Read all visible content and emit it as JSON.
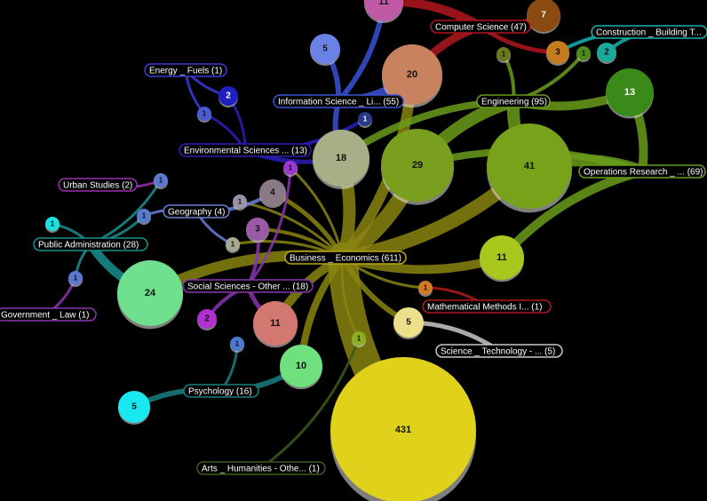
{
  "hub": {
    "label": "Business _ Economics (611)",
    "id": "business-economics"
  },
  "clusters": [
    {
      "id": "computer-science",
      "label": "Computer Science (47)",
      "color": "#b0161e"
    },
    {
      "id": "construction",
      "label": "Construction _ Building T...",
      "color": "#18b3b0"
    },
    {
      "id": "engineering",
      "label": "Engineering (95)",
      "color": "#6a9c1a"
    },
    {
      "id": "operations-research",
      "label": "Operations Research _ ... (69)",
      "color": "#6a9c1a"
    },
    {
      "id": "information-science",
      "label": "Information Science _ Li... (55)",
      "color": "#3a52d6"
    },
    {
      "id": "energy-fuels",
      "label": "Energy _ Fuels (1)",
      "color": "#3b3bd8"
    },
    {
      "id": "environmental-sciences",
      "label": "Environmental Sciences ... (13)",
      "color": "#2b1fb8"
    },
    {
      "id": "urban-studies",
      "label": "Urban Studies (2)",
      "color": "#9a2fb0"
    },
    {
      "id": "geography",
      "label": "Geography (4)",
      "color": "#6a7fd6"
    },
    {
      "id": "public-administration",
      "label": "Public Administration (28)",
      "color": "#1a8f8f"
    },
    {
      "id": "social-sciences",
      "label": "Social Sciences - Other ... (18)",
      "color": "#8a35b0"
    },
    {
      "id": "government-law",
      "label": "Government _ Law (1)",
      "color": "#8a35b0"
    },
    {
      "id": "mathematical-methods",
      "label": "Mathematical Methods I... (1)",
      "color": "#b01a1a"
    },
    {
      "id": "science-technology",
      "label": "Science _ Technology - ... (5)",
      "color": "#c8c8c8"
    },
    {
      "id": "psychology",
      "label": "Psychology (16)",
      "color": "#1a7f7f"
    },
    {
      "id": "arts-humanities",
      "label": "Arts _ Humanities - Othe... (1)",
      "color": "#3c5a1a"
    }
  ],
  "nodes": [
    {
      "id": "n-11-top",
      "value": "11",
      "color": "#c15aa6",
      "cluster": "computer-science"
    },
    {
      "id": "n-7",
      "value": "7",
      "color": "#8a4a12",
      "cluster": "computer-science"
    },
    {
      "id": "n-3",
      "value": "3",
      "color": "#c47d1e",
      "cluster": "computer-science"
    },
    {
      "id": "n-1-eng",
      "value": "1",
      "color": "#6a7a1a",
      "cluster": "engineering"
    },
    {
      "id": "n-1-eng2",
      "value": "1",
      "color": "#4a8a1a",
      "cluster": "engineering"
    },
    {
      "id": "n-2-constr",
      "value": "2",
      "color": "#1aa89a",
      "cluster": "construction"
    },
    {
      "id": "n-13",
      "value": "13",
      "color": "#3a8a1a",
      "cluster": "operations-research"
    },
    {
      "id": "n-5-info",
      "value": "5",
      "color": "#6a82e6",
      "cluster": "information-science"
    },
    {
      "id": "n-20",
      "value": "20",
      "color": "#c98260",
      "cluster": "information-science"
    },
    {
      "id": "n-2-energy",
      "value": "2",
      "color": "#2020c0",
      "cluster": "energy-fuels"
    },
    {
      "id": "n-1-energy",
      "value": "1",
      "color": "#4a5ad0",
      "cluster": "energy-fuels"
    },
    {
      "id": "n-1-env",
      "value": "1",
      "color": "#2a3a8a",
      "cluster": "environmental-sciences"
    },
    {
      "id": "n-18",
      "value": "18",
      "color": "#a8ae86",
      "cluster": "environmental-sciences"
    },
    {
      "id": "n-29",
      "value": "29",
      "color": "#7a9e1e",
      "cluster": "engineering"
    },
    {
      "id": "n-41",
      "value": "41",
      "color": "#78a21a",
      "cluster": "operations-research"
    },
    {
      "id": "n-1-purple",
      "value": "1",
      "color": "#9a3ad0",
      "cluster": "social-sciences"
    },
    {
      "id": "n-1-urban",
      "value": "1",
      "color": "#5a7ad0",
      "cluster": "urban-studies"
    },
    {
      "id": "n-4",
      "value": "4",
      "color": "#8a7a86",
      "cluster": "geography"
    },
    {
      "id": "n-1-geo-a",
      "value": "1",
      "color": "#9a92a6",
      "cluster": "geography"
    },
    {
      "id": "n-1-geo-b",
      "value": "1",
      "color": "#5a7ad0",
      "cluster": "geography"
    },
    {
      "id": "n-3-social",
      "value": "3",
      "color": "#9a5aa6",
      "cluster": "social-sciences"
    },
    {
      "id": "n-1-hub",
      "value": "1",
      "color": "#a8a890",
      "cluster": "geography"
    },
    {
      "id": "n-1-pubadm",
      "value": "1",
      "color": "#1ae0e0",
      "cluster": "public-administration"
    },
    {
      "id": "n-1-gov",
      "value": "1",
      "color": "#5a7ad0",
      "cluster": "government-law"
    },
    {
      "id": "n-11-right",
      "value": "11",
      "color": "#a8c81e",
      "cluster": "operations-research"
    },
    {
      "id": "n-24",
      "value": "24",
      "color": "#6ee08e",
      "cluster": "public-administration"
    },
    {
      "id": "n-1-math",
      "value": "1",
      "color": "#d07a2a",
      "cluster": "mathematical-methods"
    },
    {
      "id": "n-2-social",
      "value": "2",
      "color": "#b030d0",
      "cluster": "social-sciences"
    },
    {
      "id": "n-11-mid",
      "value": "11",
      "color": "#d27870",
      "cluster": "social-sciences"
    },
    {
      "id": "n-5-sci",
      "value": "5",
      "color": "#ece08a",
      "cluster": "science-technology"
    },
    {
      "id": "n-1-psy",
      "value": "1",
      "color": "#4a7ad0",
      "cluster": "psychology"
    },
    {
      "id": "n-1-arts",
      "value": "1",
      "color": "#8ab01e",
      "cluster": "arts-humanities"
    },
    {
      "id": "n-10",
      "value": "10",
      "color": "#6ee07e",
      "cluster": "psychology"
    },
    {
      "id": "n-5-psy",
      "value": "5",
      "color": "#1ae8f0",
      "cluster": "psychology"
    },
    {
      "id": "n-431",
      "value": "431",
      "color": "#e0d21a",
      "cluster": "business-economics"
    }
  ]
}
